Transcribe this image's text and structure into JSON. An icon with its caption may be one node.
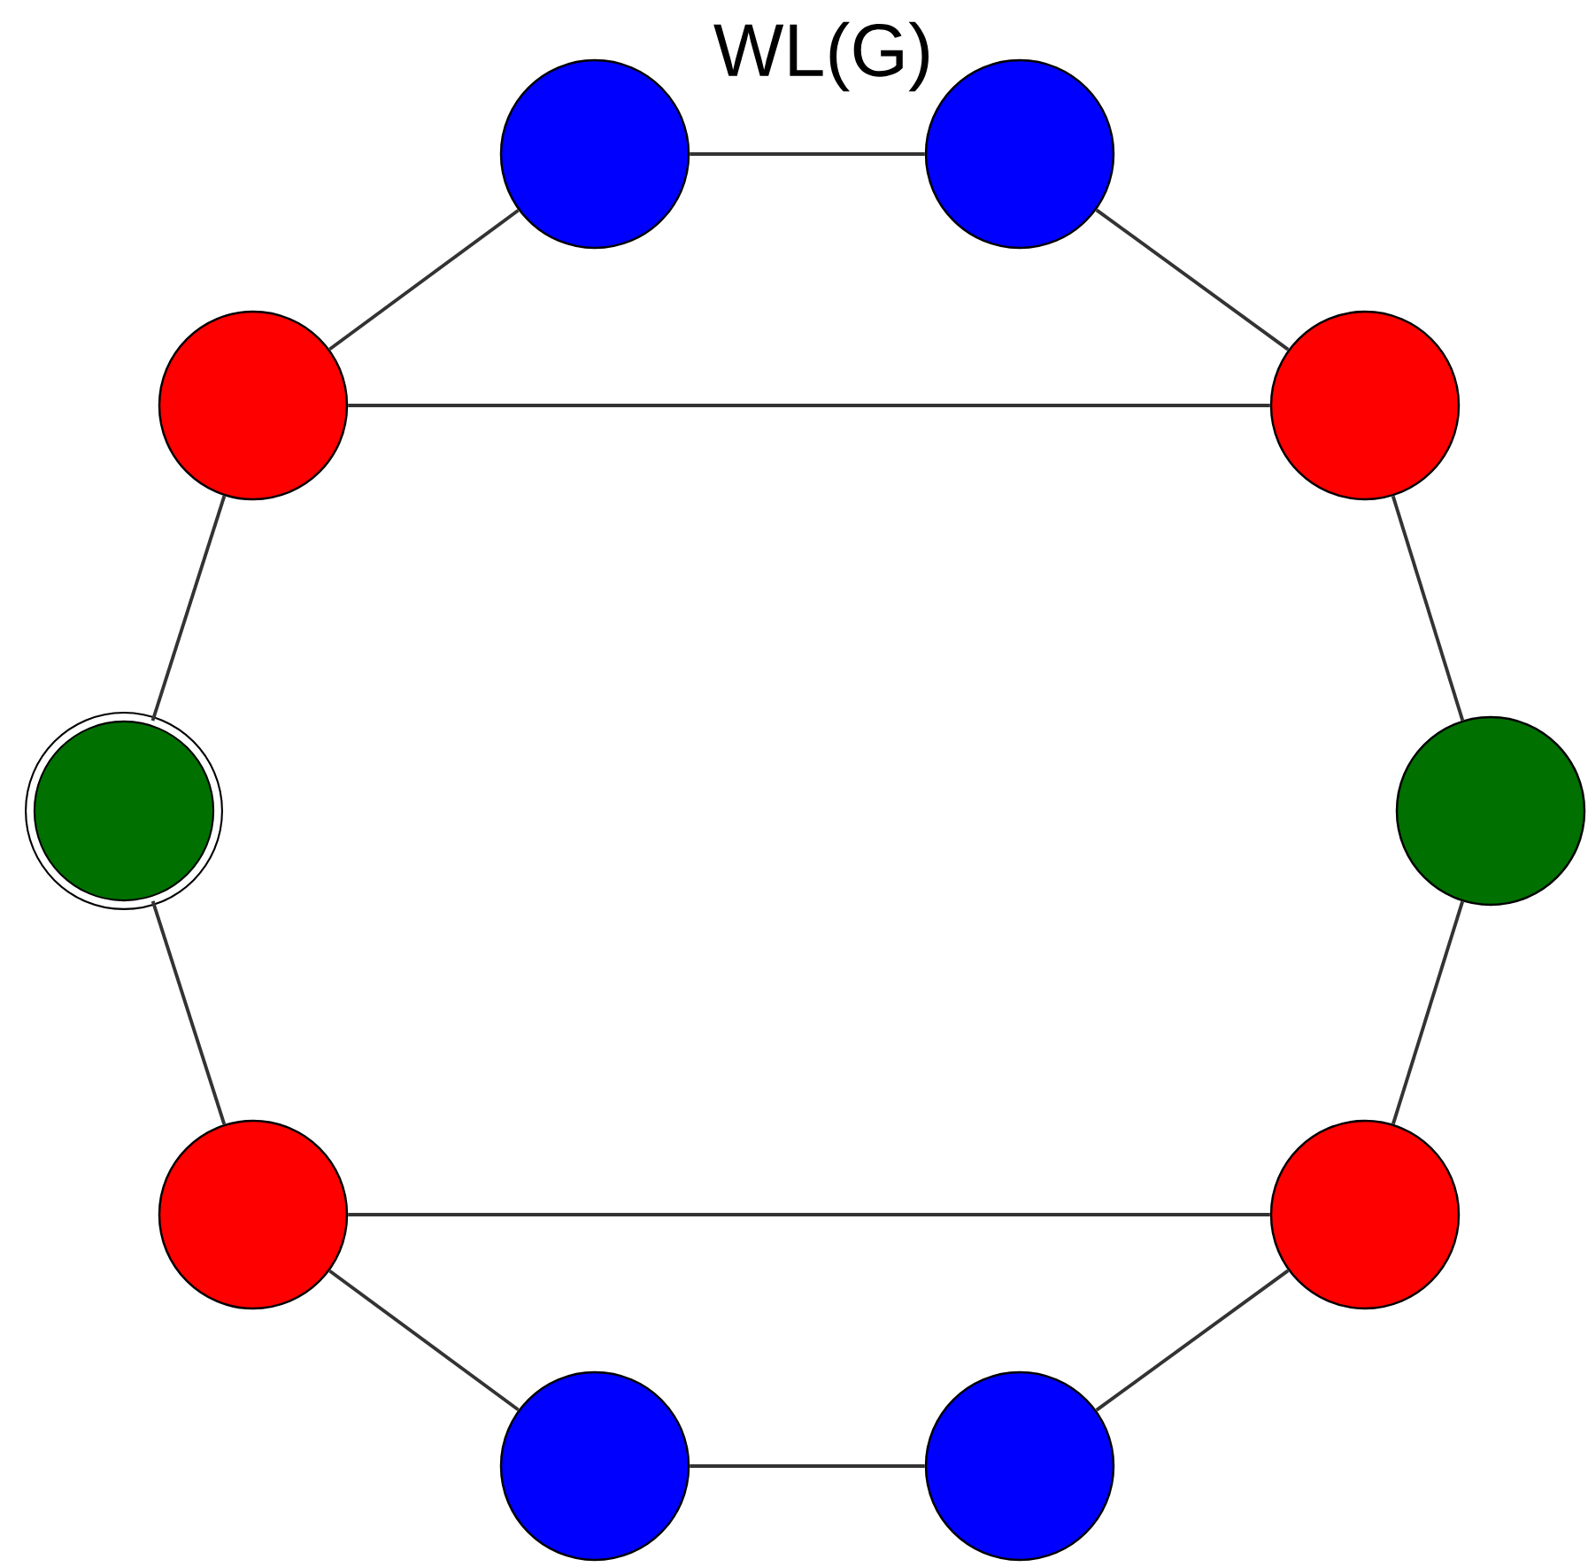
{
  "diagram": {
    "title": "WL(G)",
    "nodes": [
      {
        "text": [],
        "shape": "circle"
      },
      {
        "text": [],
        "shape": "circle"
      },
      {
        "text": [],
        "shape": "circle"
      },
      {
        "text": [],
        "shape": "circle"
      },
      {
        "text": [],
        "shape": "circle"
      },
      {
        "text": [],
        "shape": "circle"
      },
      {
        "text": [],
        "shape": "circle"
      },
      {
        "text": [],
        "shape": "circle"
      },
      {
        "text": [],
        "shape": "circle"
      },
      {
        "text": [],
        "shape": "circle"
      }
    ],
    "edges": [
      {
        "from": 0,
        "to": 1,
        "arrow": "none"
      },
      {
        "from": 0,
        "to": 2,
        "arrow": "none"
      },
      {
        "from": 1,
        "to": 3,
        "arrow": "none"
      },
      {
        "from": 2,
        "to": 3,
        "arrow": "none"
      },
      {
        "from": 2,
        "to": 4,
        "arrow": "none"
      },
      {
        "from": 3,
        "to": 5,
        "arrow": "none"
      },
      {
        "from": 4,
        "to": 6,
        "arrow": "none"
      },
      {
        "from": 5,
        "to": 7,
        "arrow": "none"
      },
      {
        "from": 6,
        "to": 7,
        "arrow": "none"
      },
      {
        "from": 6,
        "to": 8,
        "arrow": "none"
      },
      {
        "from": 7,
        "to": 9,
        "arrow": "none"
      },
      {
        "from": 8,
        "to": 9,
        "arrow": "none"
      }
    ]
  }
}
